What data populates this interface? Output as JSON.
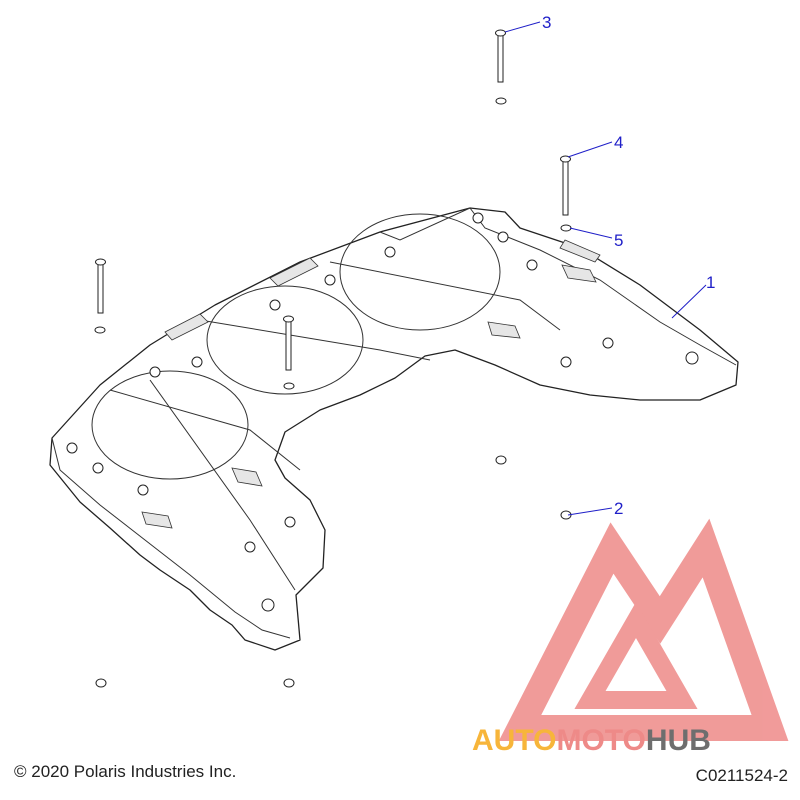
{
  "callouts": [
    {
      "id": "1",
      "label": "1"
    },
    {
      "id": "2",
      "label": "2"
    },
    {
      "id": "3",
      "label": "3"
    },
    {
      "id": "4",
      "label": "4"
    },
    {
      "id": "5",
      "label": "5"
    }
  ],
  "footer": {
    "copyright": "© 2020 Polaris Industries Inc.",
    "reference_code": "C0211524-2"
  },
  "watermark": {
    "text_part1": "AUTO",
    "text_part2": "MOTO",
    "text_part3": "HUB",
    "colors": {
      "orange": "#f7b53a",
      "red": "#ee8a88",
      "gray": "#6e6e6e"
    }
  },
  "colors": {
    "callout": "#1f1fc8",
    "line_art": "#222222"
  }
}
